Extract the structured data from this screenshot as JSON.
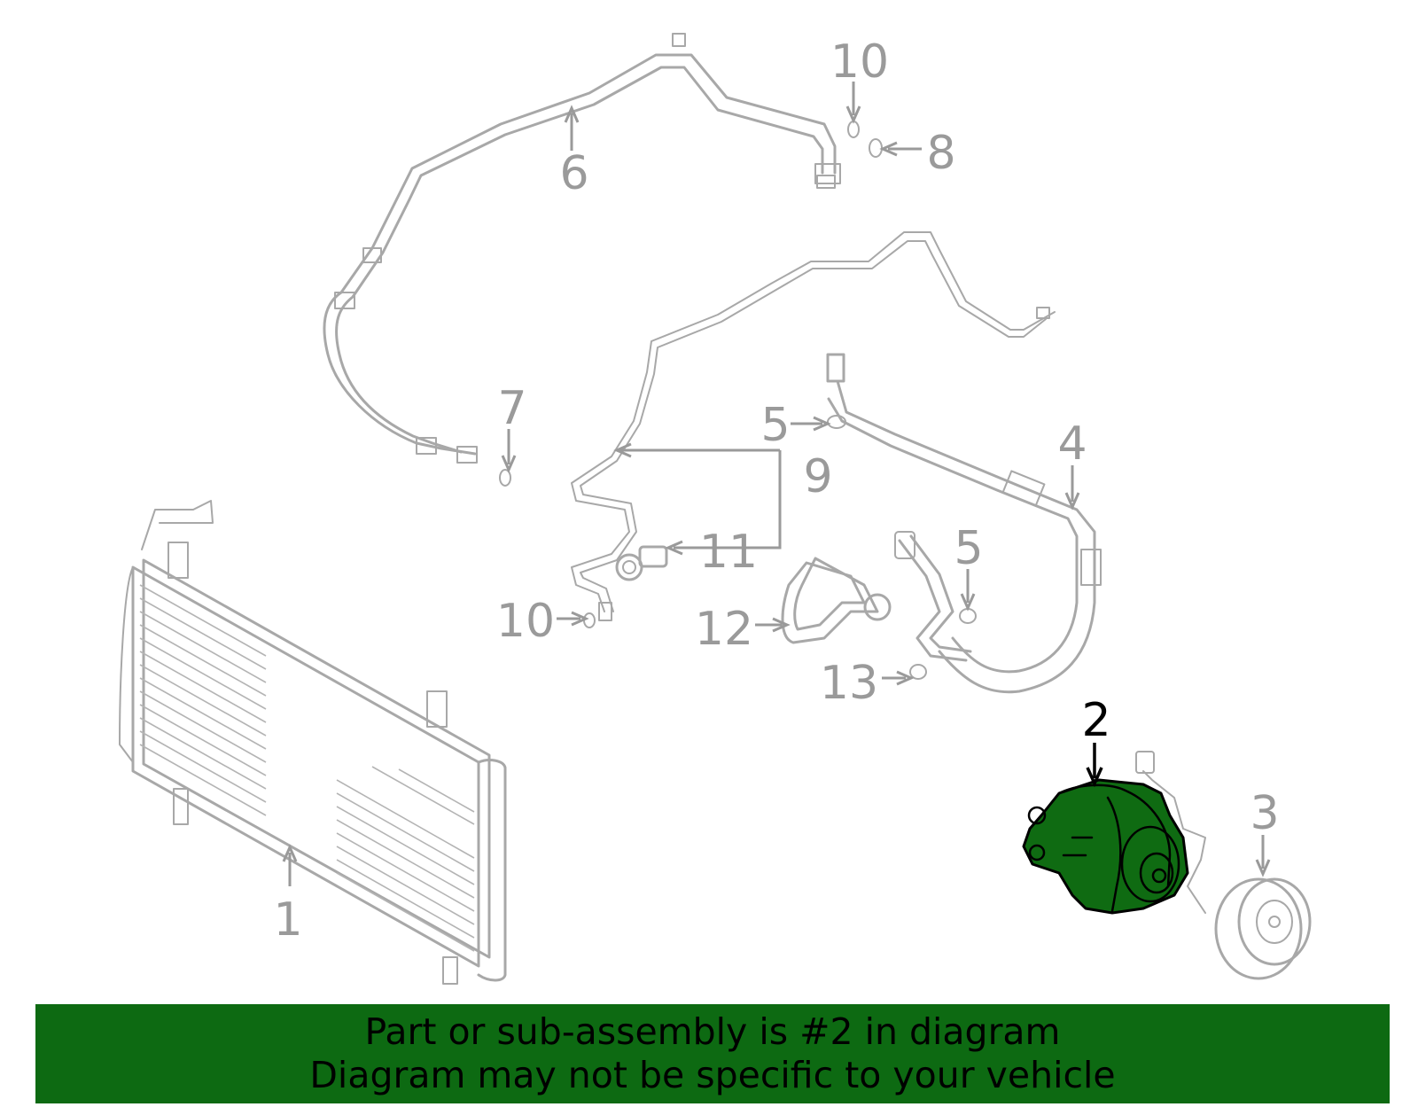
{
  "callouts": {
    "c1": "1",
    "c2": "2",
    "c3": "3",
    "c4": "4",
    "c5a": "5",
    "c5b": "5",
    "c6": "6",
    "c7": "7",
    "c8": "8",
    "c9": "9",
    "c10a": "10",
    "c10b": "10",
    "c11": "11",
    "c12": "12",
    "c13": "13"
  },
  "highlighted_part": "2",
  "banner": {
    "line1": "Part or sub-assembly is #2 in diagram",
    "line2": "Diagram may not be specific to your vehicle"
  },
  "colors": {
    "highlight": "#0f6b12",
    "banner": "#0d6a12",
    "parts": "#a8a8a8"
  }
}
